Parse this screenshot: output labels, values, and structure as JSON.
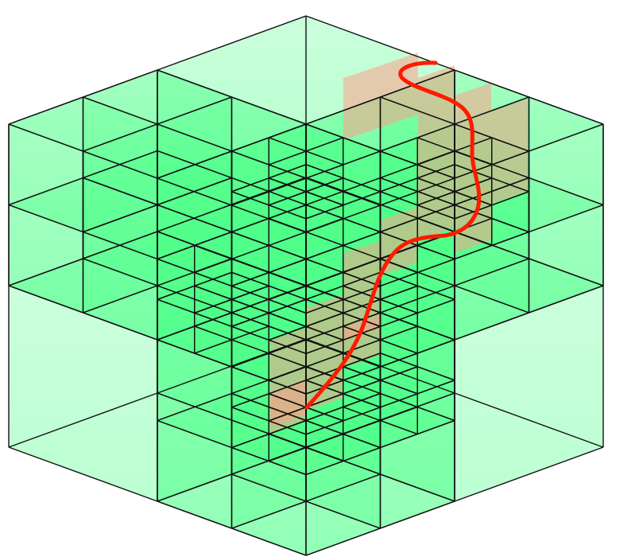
{
  "figure": {
    "kind": "octree subdivision of a cube with a curve passing through refined cells",
    "colors": {
      "background": "#ffffff",
      "cell_fill": "#4dff88",
      "edge_stroke": "#111111",
      "highlight_fill": "#ff9f8a",
      "curve_stroke": "#ff1a00"
    },
    "highlighted_cell_count": 14,
    "curve_count": 1
  }
}
